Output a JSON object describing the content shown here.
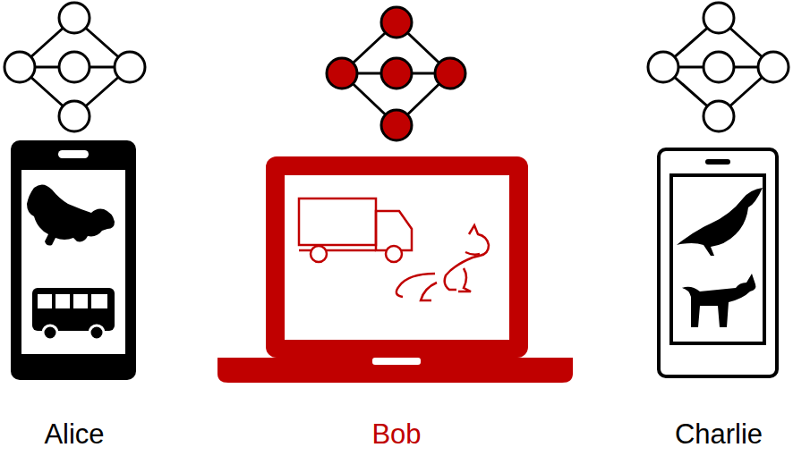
{
  "diagram": {
    "labels": [
      "Alice",
      "Bob",
      "Charlie"
    ]
  }
}
